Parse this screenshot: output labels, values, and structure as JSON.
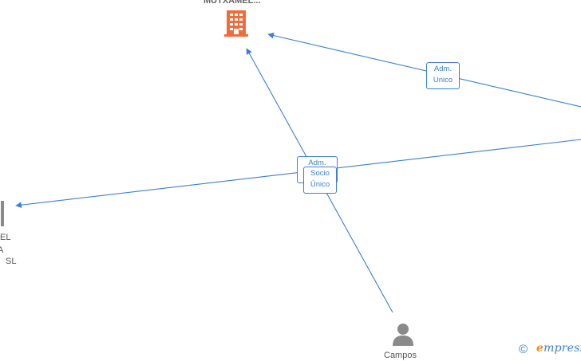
{
  "nodes": {
    "company_top": {
      "label": "MUTXAMEL...",
      "icon": "building-icon",
      "color": "#f26b3a"
    },
    "company_left": {
      "label_lines": [
        "EL",
        "A",
        "SL"
      ],
      "icon": "building-icon",
      "color": "#8a8a8a"
    },
    "person_bottom": {
      "label": "Campos",
      "icon": "person-icon",
      "color": "#8a8a8a"
    }
  },
  "edges": {
    "adm_unico_top": {
      "line1": "Adm.",
      "line2": "Unico"
    },
    "adm_hidden": {
      "line1": "Adm."
    },
    "socio_unico": {
      "line1": "Socio",
      "line2": "Único"
    }
  },
  "brand": {
    "copyright": "©",
    "initial": "e",
    "name": "mpresia"
  },
  "colors": {
    "edge": "#3a7fd5",
    "company_highlight": "#f26b3a",
    "neutral_icon": "#8a8a8a"
  }
}
